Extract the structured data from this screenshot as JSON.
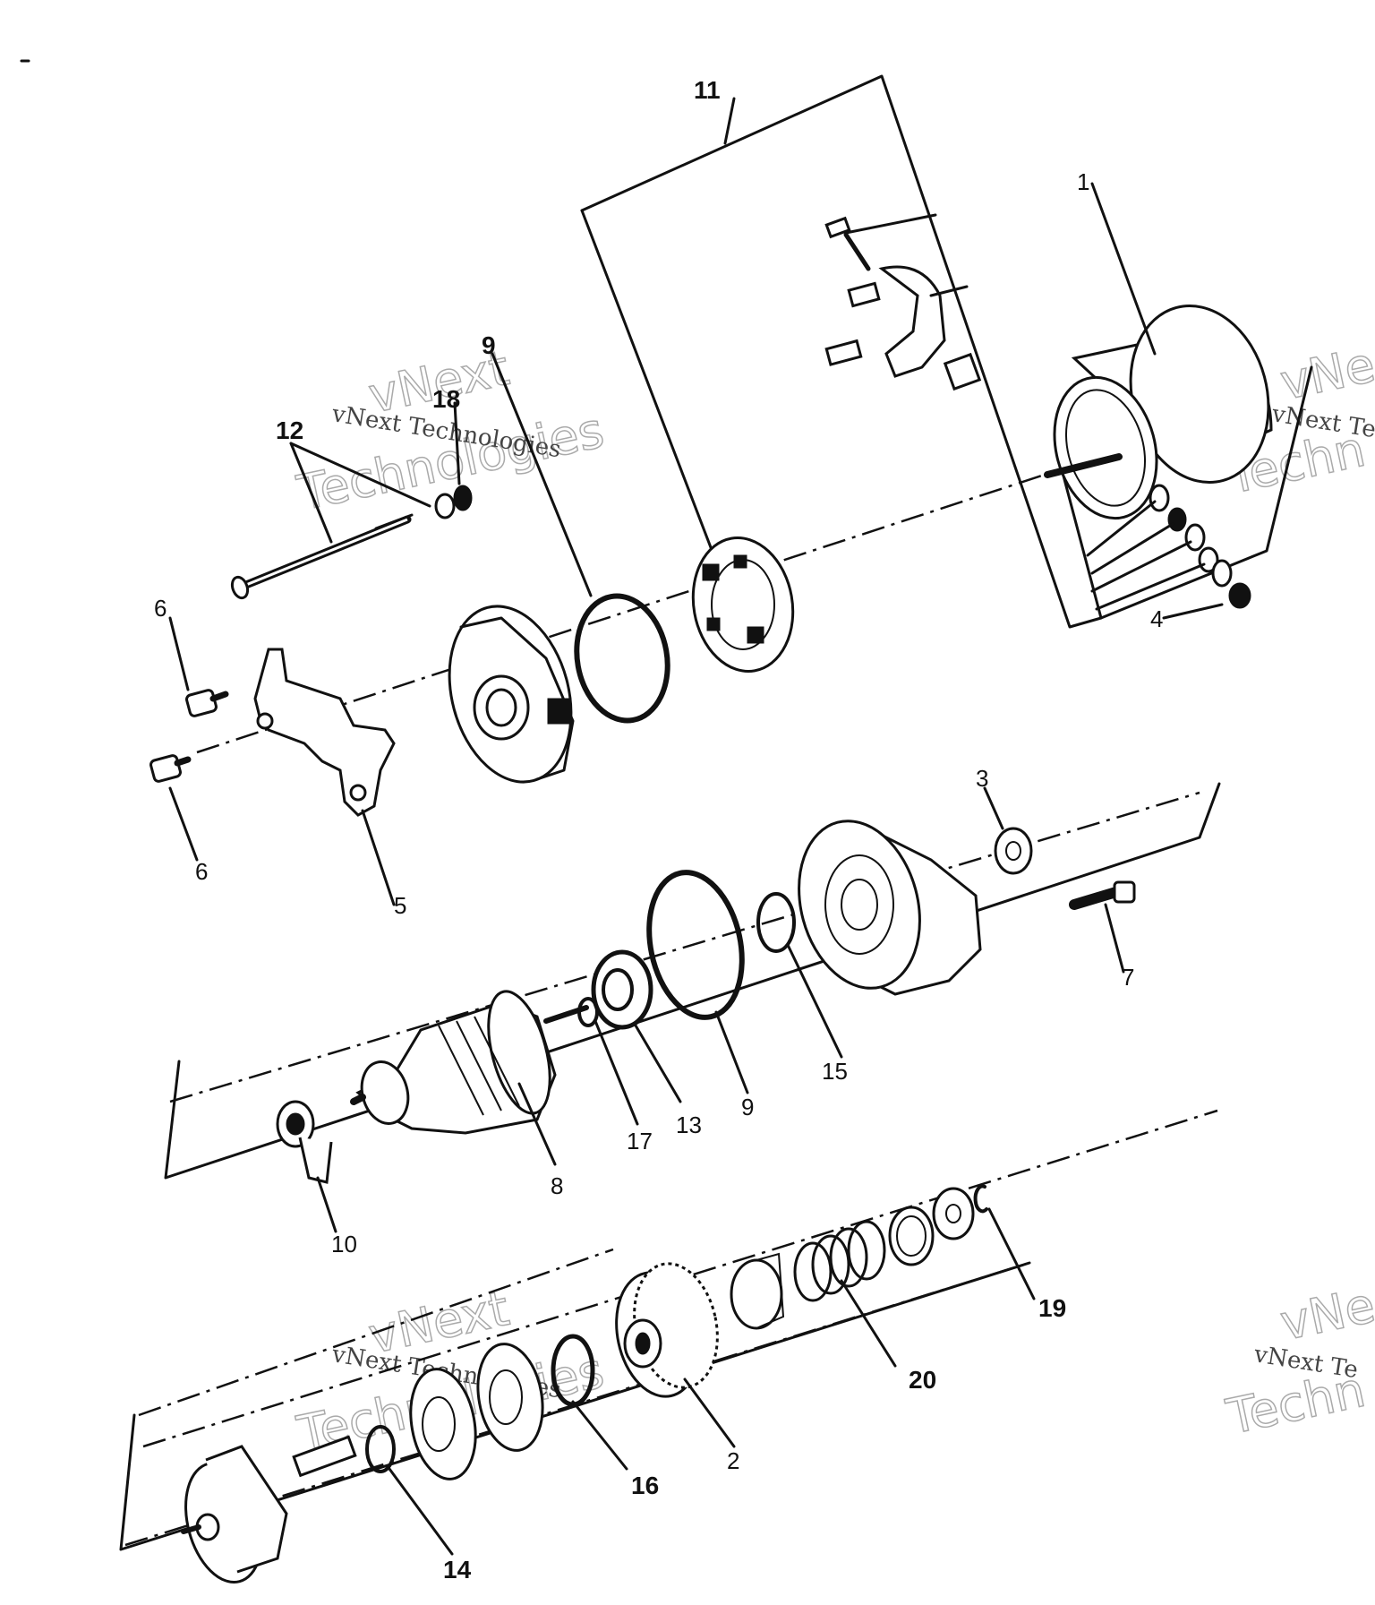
{
  "diagram": {
    "callouts": {
      "c1": "1",
      "c2": "2",
      "c3": "3",
      "c4": "4",
      "c5": "5",
      "c6a": "6",
      "c6b": "6",
      "c7": "7",
      "c8": "8",
      "c9a": "9",
      "c9b": "9",
      "c10": "10",
      "c11": "11",
      "c12": "12",
      "c13": "13",
      "c14": "14",
      "c15": "15",
      "c16": "16",
      "c17": "17",
      "c18": "18",
      "c19": "19",
      "c20": "20"
    },
    "watermarks": {
      "w1_small": "vNext Technologies",
      "w1_big_top": "vNext",
      "w1_big_bottom": "Technologies",
      "w2_small": "vNext Te",
      "w2_big_top": "vNe",
      "w2_big_bottom": "Techn",
      "w3_small": "vNext Technologies",
      "w3_big_top": "vNext",
      "w3_big_bottom": "Technologies",
      "w4_small": "vNext Te",
      "w4_big_top": "vNe",
      "w4_big_bottom": "Techn"
    }
  }
}
